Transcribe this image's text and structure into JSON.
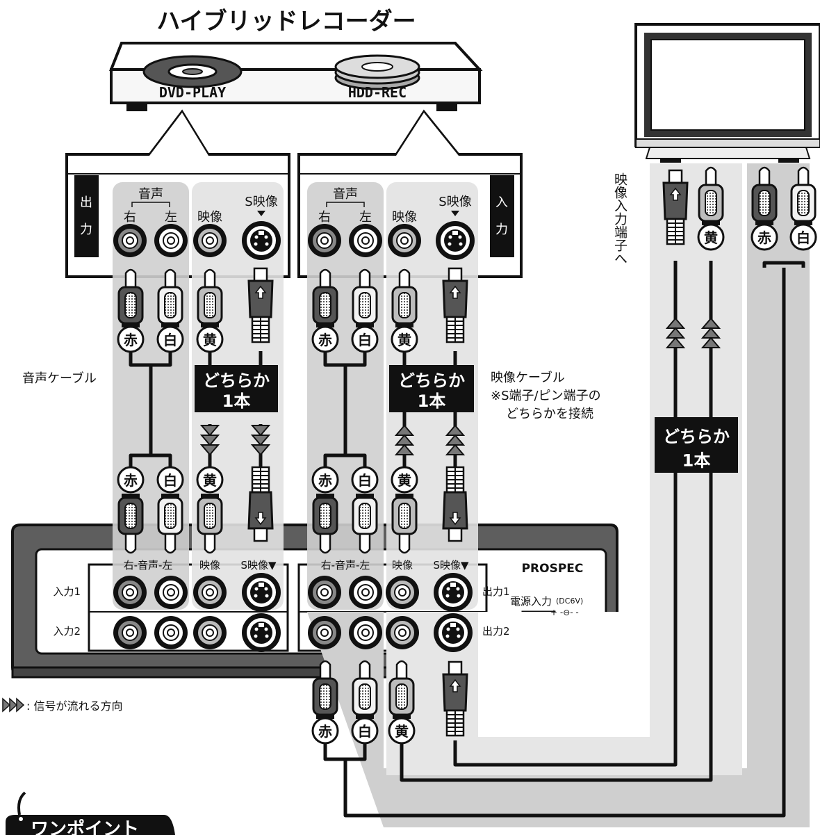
{
  "recorder": {
    "title": "ハイブリッドレコーダー",
    "dvd_label": "DVD-PLAY",
    "hdd_label": "HDD-REC"
  },
  "left_panel": {
    "side_label": [
      "出",
      "力"
    ],
    "audio_group": "音声",
    "right": "右",
    "left": "左",
    "video": "映像",
    "s_video": "S映像"
  },
  "right_panel": {
    "side_label": [
      "入",
      "力"
    ],
    "audio_group": "音声",
    "right": "右",
    "left": "左",
    "video": "映像",
    "s_video": "S映像"
  },
  "plug_labels": {
    "red": "赤",
    "white": "白",
    "yellow": "黄"
  },
  "either_one": [
    "どちらか",
    "1本"
  ],
  "audio_cable_label": "音声ケーブル",
  "video_cable": {
    "line1": "映像ケーブル",
    "line2": "※S端子/ピン端子の",
    "line3": "どちらかを接続"
  },
  "tv_input_label": "映像入力端子へ",
  "device": {
    "brand": "PROSPEC",
    "left_header": "右-音声-左",
    "video": "映像",
    "s_video": "S映像▼",
    "in1": "入力1",
    "in2": "入力2",
    "out1": "出力1",
    "out2": "出力2",
    "power": "電源入力",
    "power_spec": "(DC6V)"
  },
  "legend": ": 信号が流れる方向",
  "one_point": "ワンポイント",
  "colors": {
    "red_plug": "#555555",
    "white_plug": "#f2f2f2",
    "yellow_plug": "#bdbdbd",
    "device_body": "#5e5e5e",
    "panel_shade": "#d6d6d6"
  }
}
